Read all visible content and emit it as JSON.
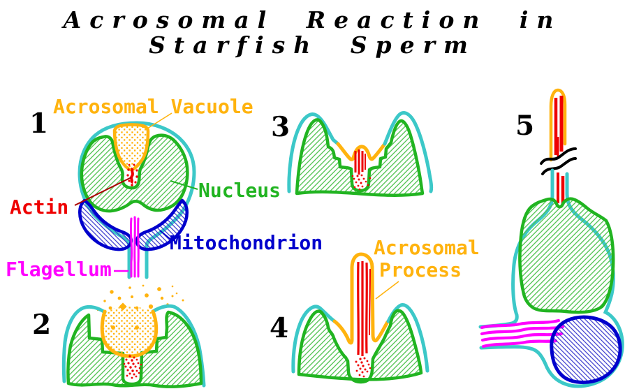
{
  "title": {
    "line1": "Acrosomal Reaction in",
    "line2": "Starfish Sperm"
  },
  "stage_numbers": {
    "s1": "1",
    "s2": "2",
    "s3": "3",
    "s4": "4",
    "s5": "5"
  },
  "labels": {
    "acrosomal_vacuole": "Acrosomal Vacuole",
    "actin": "Actin",
    "nucleus": "Nucleus",
    "mitochondrion": "Mitochondrion",
    "flagellum": "Flagellum",
    "acrosomal_process_line1": "Acrosomal",
    "acrosomal_process_line2": "Process"
  },
  "colors": {
    "membrane_cyan": "#3CC8C8",
    "nucleus_green": "#21B421",
    "hatch_green": "#4FC24F",
    "vacuole_orange": "#FFB30E",
    "actin_red": "#EE0000",
    "leader_darkred": "#AA0000",
    "mitochondrion_blue": "#0000CC",
    "hatch_blue": "#3333CC",
    "flagellum_magenta": "#FF00FF",
    "title_black": "#000000",
    "outline_black": "#000000"
  }
}
